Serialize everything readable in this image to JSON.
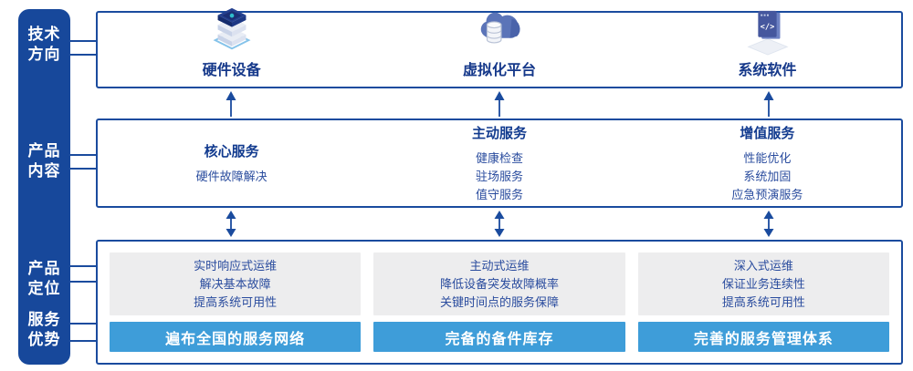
{
  "colors": {
    "primary_dark_blue": "#17489B",
    "border_blue": "#1A4B9E",
    "accent_light_blue": "#3E9DD9",
    "panel_gray": "#EDEDEE",
    "heading_text_blue": "#123B8F",
    "body_text_blue": "#2A4C9E"
  },
  "sidebar": {
    "items": [
      {
        "name": "tech-direction",
        "lines": [
          "技术",
          "方向"
        ]
      },
      {
        "name": "product-content",
        "lines": [
          "产品",
          "内容"
        ]
      },
      {
        "name": "product-positioning",
        "lines": [
          "产品",
          "定位"
        ]
      },
      {
        "name": "service-advantage",
        "lines": [
          "服务",
          "优势"
        ]
      }
    ]
  },
  "tech_row": {
    "items": [
      {
        "icon": "server-stack-icon",
        "label": "硬件设备"
      },
      {
        "icon": "cloud-database-icon",
        "label": "虚拟化平台"
      },
      {
        "icon": "code-window-icon",
        "label": "系统软件"
      }
    ]
  },
  "content_row": {
    "columns": [
      {
        "heading": "核心服务",
        "items": [
          "硬件故障解决"
        ]
      },
      {
        "heading": "主动服务",
        "items": [
          "健康检查",
          "驻场服务",
          "值守服务"
        ]
      },
      {
        "heading": "增值服务",
        "items": [
          "性能优化",
          "系统加固",
          "应急预演服务"
        ]
      }
    ]
  },
  "bottom_row": {
    "columns": [
      {
        "positioning": [
          "实时响应式运维",
          "解决基本故障",
          "提高系统可用性"
        ],
        "advantage": "遍布全国的服务网络"
      },
      {
        "positioning": [
          "主动式运维",
          "降低设备突发故障概率",
          "关键时间点的服务保障"
        ],
        "advantage": "完备的备件库存"
      },
      {
        "positioning": [
          "深入式运维",
          "保证业务连续性",
          "提高系统可用性"
        ],
        "advantage": "完善的服务管理体系"
      }
    ]
  }
}
